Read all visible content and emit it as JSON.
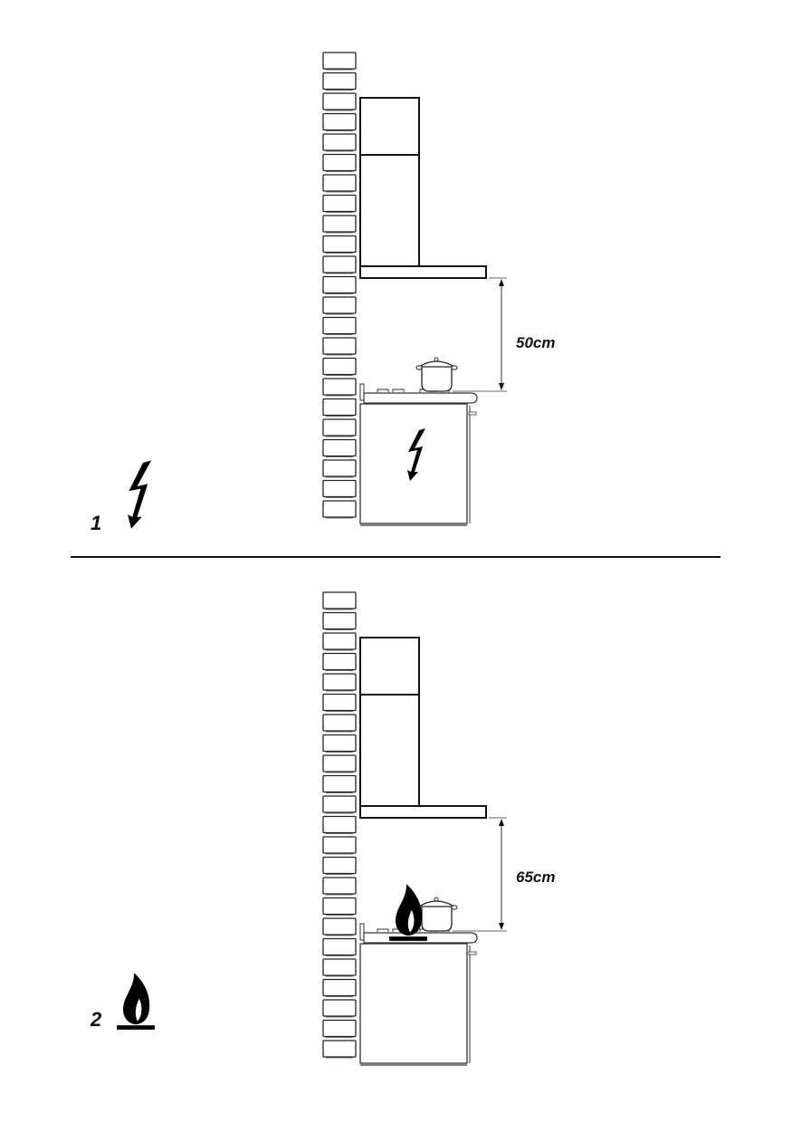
{
  "panels": [
    {
      "number": "1",
      "power_type": "electric",
      "icon": "lightning-bolt-icon",
      "distance_label": "50cm"
    },
    {
      "number": "2",
      "power_type": "gas",
      "icon": "gas-flame-icon",
      "distance_label": "65cm"
    }
  ]
}
